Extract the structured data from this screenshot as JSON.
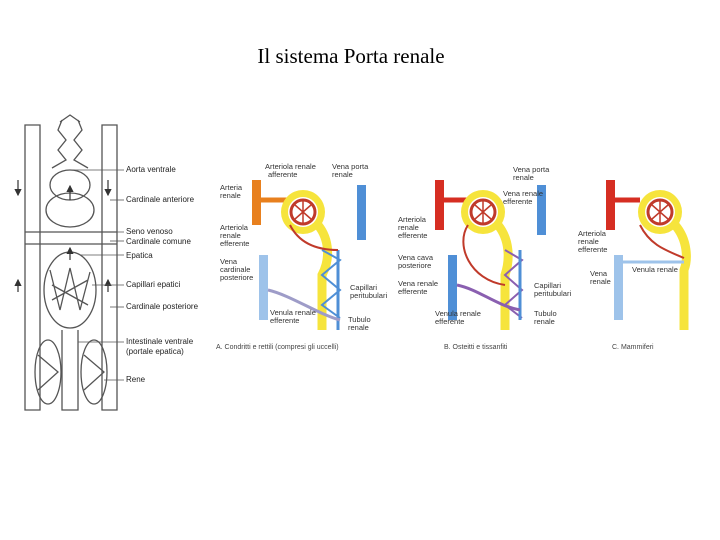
{
  "title": "Il sistema Porta renale",
  "left_panel": {
    "labels": [
      "Aorta ventrale",
      "Cardinale anteriore",
      "Seno venoso",
      "Cardinale comune",
      "Epatica",
      "Capillari epatici",
      "Cardinale posteriore",
      "Intestinale ventrale",
      "(portale epatica)",
      "Rene"
    ]
  },
  "panel_a": {
    "labels": {
      "arteriola_afferente": [
        "Arteriola renale",
        "afferente"
      ],
      "vena_porta_renale": [
        "Vena porta",
        "renale"
      ],
      "arteria_renale": [
        "Arteria",
        "renale"
      ],
      "arteriola_efferente": [
        "Arteriola",
        "renale",
        "efferente"
      ],
      "vena_cardinale": [
        "Vena",
        "cardinale",
        "posteriore"
      ],
      "capillari": [
        "Capillari",
        "peritubulari"
      ],
      "venula": [
        "Venula renale",
        "efferente"
      ],
      "tubulo": [
        "Tubulo",
        "renale"
      ]
    },
    "caption": "A. Condritti e rettili (compresi gli uccelli)"
  },
  "panel_b": {
    "labels": {
      "vena_porta": [
        "Vena porta",
        "renale"
      ],
      "vena_efferente": [
        "Vena renale",
        "efferente"
      ],
      "arteriola_efferente": [
        "Arteriola",
        "renale",
        "efferente"
      ],
      "vena_cava": [
        "Vena cava",
        "posteriore"
      ],
      "vena_renale_eff": [
        "Vena renale",
        "efferente"
      ],
      "capillari": [
        "Capillari",
        "peritubulari"
      ],
      "venula": [
        "Venula renale",
        "efferente"
      ],
      "tubulo": [
        "Tubulo",
        "renale"
      ]
    },
    "caption": "B. Osteitti e tissanfiti"
  },
  "panel_c": {
    "labels": {
      "arteriola": [
        "Arteriola",
        "renale",
        "efferente"
      ],
      "venula": "Venula renale",
      "vena": [
        "Vena",
        "renale"
      ]
    },
    "caption": "C. Mammiferi"
  },
  "colors": {
    "artery": "#d62e22",
    "artery_orange": "#e8801e",
    "vein_blue": "#4f8fd6",
    "vein_light": "#9ec3ea",
    "tubule_yellow": "#f6e43c",
    "purple": "#8a5fb0"
  }
}
